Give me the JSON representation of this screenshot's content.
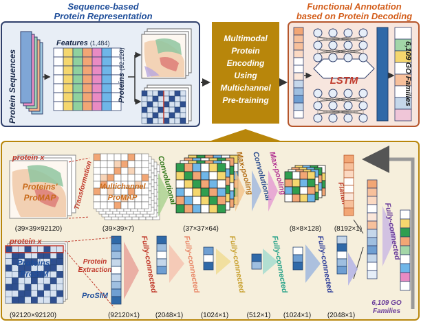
{
  "titles": {
    "left_line1": "Sequence-based",
    "left_line2": "Protein Representation",
    "right_line1": "Functional Annotation",
    "right_line2": "based on Protein Decoding"
  },
  "top_left": {
    "protein_sequences": "Protein Sequences",
    "features": "Features",
    "features_count": "(1,484)",
    "proteins": "Proteins",
    "proteins_count": "(92,120)"
  },
  "center": {
    "line1": "Multimodal",
    "line2": "Protein",
    "line3": "Encoding",
    "line4": "Using",
    "line5": "Multichannel",
    "line6": "Pre-training"
  },
  "right": {
    "lstm": "LSTM",
    "go_families": "6,109 GO Families"
  },
  "bottom": {
    "protein_x": "protein x",
    "protein_x2": "protein x",
    "promap_line1": "Proteins'",
    "promap_line2": "ProMAP",
    "transformation": "Transformation",
    "multichannel_line1": "Multichannel",
    "multichannel_line2": "ProMAP",
    "convolutional1": "Convolutional",
    "maxpool1": "Max-pooling",
    "convolutional2": "Convolutional",
    "maxpool2": "Max-pooling",
    "flatten": "Flatten",
    "fc_right": "Fully-connected",
    "prosim_line1": "Proteins'",
    "prosim_line2": "ProSIM",
    "protein_extraction_line1": "Protein",
    "protein_extraction_line2": "Extraction",
    "prosim_small": "ProSIM",
    "fc1": "Fully-connected",
    "fc2": "Fully-connected",
    "fc3": "Fully-connected",
    "fc4": "Fully-connected",
    "fc5": "Fully-connected",
    "go_families_line1": "6,109 GO",
    "go_families_line2": "Families",
    "dims": {
      "d1": "(39×39×92120)",
      "d2": "(39×39×7)",
      "d3": "(37×37×64)",
      "d4": "(8×8×128)",
      "d5": "(8192×1)",
      "d6": "(92120×92120)",
      "d7": "(92120×1)",
      "d8": "(2048×1)",
      "d9": "(1024×1)",
      "d10": "(512×1)",
      "d11": "(1024×1)",
      "d12": "(2048×1)"
    }
  },
  "colors": {
    "navy_border": "#2f3f6b",
    "gold": "#b8860b",
    "gold_fill": "#f6efdc",
    "rust_border": "#b5552a",
    "rust_fill": "#f7e6de",
    "blue_box": "#2f69a8",
    "light_blue": "#c5d7ea",
    "orange_cell": "#f2a675",
    "title_blue": "#1f4e9a",
    "title_orange": "#d35d1a"
  }
}
